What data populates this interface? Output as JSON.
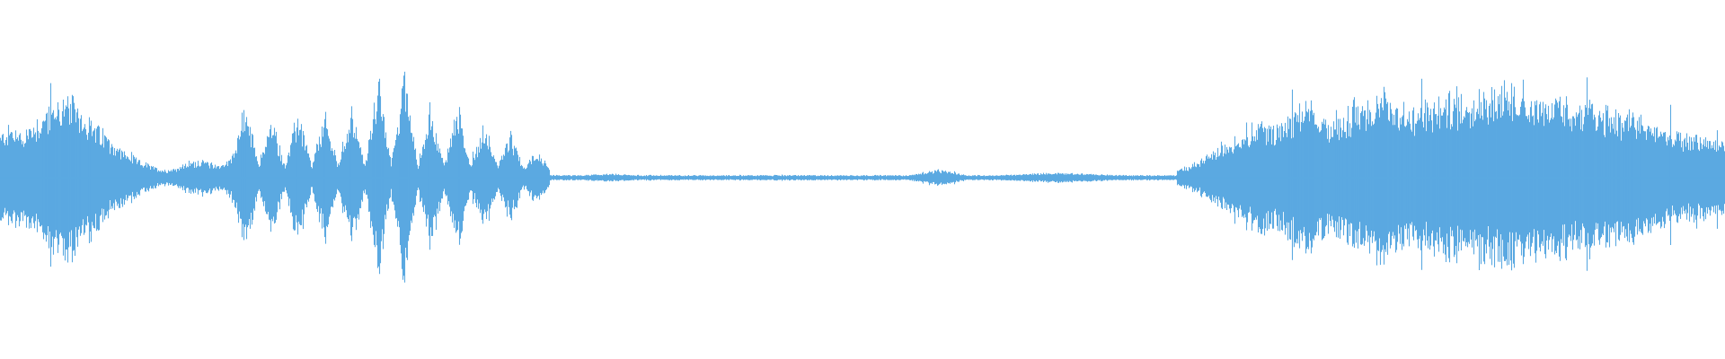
{
  "waveform": {
    "color": "#5ba9e1",
    "background": "#ffffff",
    "segments": [
      {
        "name": "segment-1",
        "envelope": [
          0.34,
          0.4,
          0.36,
          0.44,
          0.52,
          0.6,
          0.63,
          0.58,
          0.48,
          0.38,
          0.3,
          0.22,
          0.16,
          0.12,
          0.08,
          0.06,
          0.08,
          0.12,
          0.14,
          0.12,
          0.1,
          0.16
        ]
      },
      {
        "name": "segment-2",
        "envelope": [
          0.2,
          0.55,
          0.12,
          0.45,
          0.1,
          0.52,
          0.09,
          0.5,
          0.1,
          0.56,
          0.1,
          0.78,
          0.12,
          0.88,
          0.1,
          0.54,
          0.1,
          0.58,
          0.1,
          0.42,
          0.1,
          0.34,
          0.08,
          0.22,
          0.05
        ]
      },
      {
        "name": "segment-3",
        "envelope": [
          0.02,
          0.02,
          0.03,
          0.02,
          0.02,
          0.02,
          0.02,
          0.02,
          0.02,
          0.02,
          0.02,
          0.02,
          0.02,
          0.06,
          0.02,
          0.02,
          0.03,
          0.04,
          0.03,
          0.02,
          0.02,
          0.02
        ]
      },
      {
        "name": "segment-4",
        "envelope": [
          0.06,
          0.12,
          0.24,
          0.36,
          0.44,
          0.42,
          0.6,
          0.44,
          0.52,
          0.62,
          0.66,
          0.54,
          0.58,
          0.62,
          0.68,
          0.66,
          0.74,
          0.64,
          0.6,
          0.58,
          0.56,
          0.52,
          0.46,
          0.4,
          0.34,
          0.32,
          0.3
        ]
      }
    ]
  }
}
